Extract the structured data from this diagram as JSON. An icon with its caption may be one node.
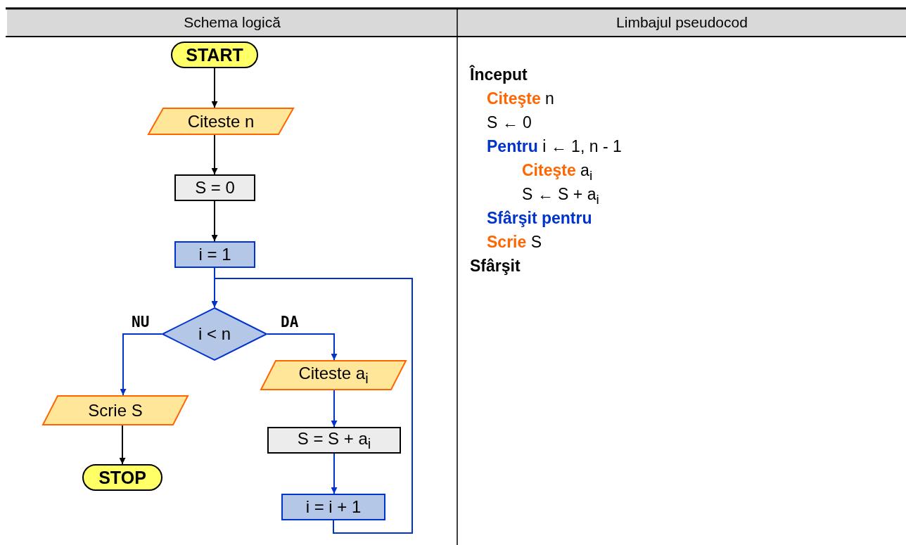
{
  "diagram": {
    "nodes": [
      {
        "text": [
          "START"
        ]
      },
      {
        "text": [
          "Citeste n"
        ]
      },
      {
        "text": [
          "S = 0"
        ]
      },
      {
        "text": [
          "i = 1"
        ]
      },
      {
        "text": [
          "i < n"
        ]
      },
      {
        "text": [
          "Citeste a$_{i}$"
        ]
      },
      {
        "text": [
          "S = S + a$_{i}$"
        ]
      },
      {
        "text": [
          "i = i + 1"
        ]
      },
      {
        "text": [
          "Scrie S"
        ]
      },
      {
        "text": [
          "STOP"
        ]
      }
    ],
    "edges": [
      {
        "from": 0,
        "to": 1,
        "arrow": "to",
        "color": "#000000"
      },
      {
        "from": 1,
        "to": 2,
        "arrow": "to",
        "color": "#000000"
      },
      {
        "from": 2,
        "to": 3,
        "arrow": "to",
        "color": "#000000"
      },
      {
        "from": 3,
        "to": 4,
        "arrow": "to"
      },
      {
        "from": 4,
        "to": 5,
        "arrow": "to",
        "label": "DA"
      },
      {
        "from": 5,
        "to": 6,
        "arrow": "to"
      },
      {
        "from": 6,
        "to": 7,
        "arrow": "to"
      },
      {
        "from": 7,
        "to": 4,
        "arrow": "to"
      },
      {
        "from": 4,
        "to": 8,
        "arrow": "to",
        "label": "NU"
      },
      {
        "from": 8,
        "to": 9,
        "arrow": "to",
        "color": "#000000"
      }
    ],
    "labels": [
      "Schema logică",
      "Limbajul pseudocod",
      "Început",
      "**Citeşte** n",
      "S ← 0",
      "**Pentru** i ← 1, n - 1",
      "**Citeşte** a$_{i}$",
      "S ← S + a$_{i}$",
      "Sfârşit pentru",
      "**Scrie** S",
      "Sfârşit"
    ]
  }
}
